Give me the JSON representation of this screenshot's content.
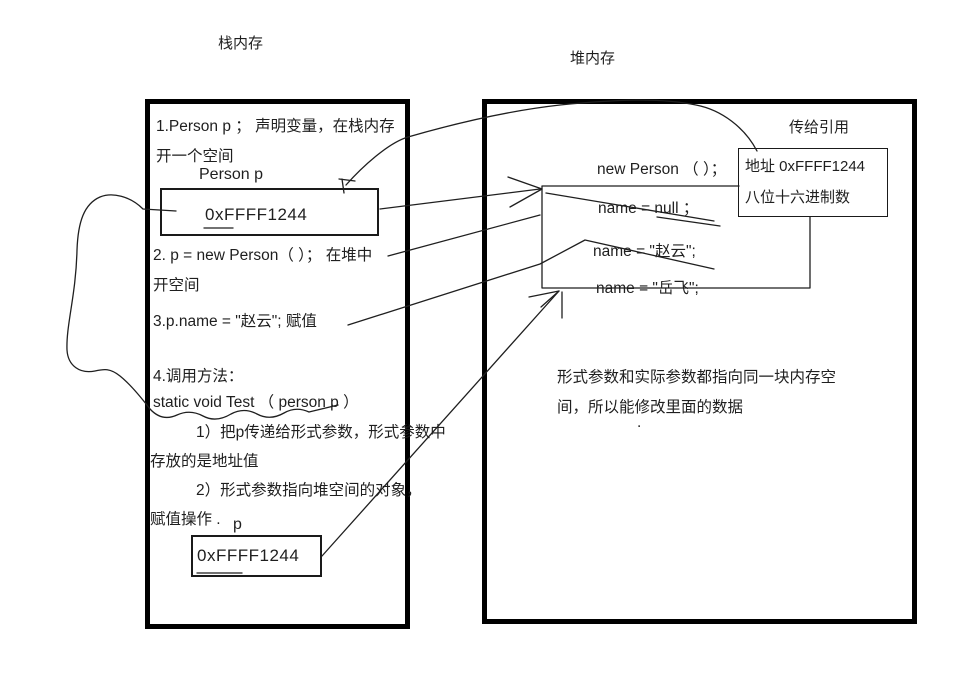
{
  "headers": {
    "stack": "栈内存",
    "heap": "堆内存"
  },
  "stack_panel": {
    "line1": "1.Person p ；  声明变量，在栈内存",
    "line2": "开一个空间",
    "person_p_label": "Person p",
    "address_value_1": "0xFFFF1244",
    "line3": "2. p = new Person（ ）； 在堆中",
    "line4": "开空间",
    "line5": "3.p.name = \"赵云\";  赋值",
    "line6": "4.调用方法：",
    "line7": "static void Test （ person p ）",
    "line8": "1）把p传递给形式参数，形式参数中",
    "line9": "存放的是地址值",
    "line10": "2）形式参数指向堆空间的对象，",
    "line11": "赋值操作  .",
    "p_label": "p",
    "address_value_2": "0xFFFF1244"
  },
  "heap_panel": {
    "pass_by_ref_label": "传给引用",
    "new_person": "new Person （ ）；",
    "address_box": {
      "line1": "地址 0xFFFF1244",
      "line2": "八位十六进制数"
    },
    "field_null": "name = null ；",
    "field_zhaoyun": "name = \"赵云\";",
    "field_yuefei": "name = \"岳飞\";",
    "note_line1": "形式参数和实际参数都指向同一块内存空",
    "note_line2": "间，所以能修改里面的数据",
    "note_dot": "."
  },
  "colors": {
    "ink": "#1f1f1f",
    "border": "#000000",
    "background": "#ffffff"
  }
}
